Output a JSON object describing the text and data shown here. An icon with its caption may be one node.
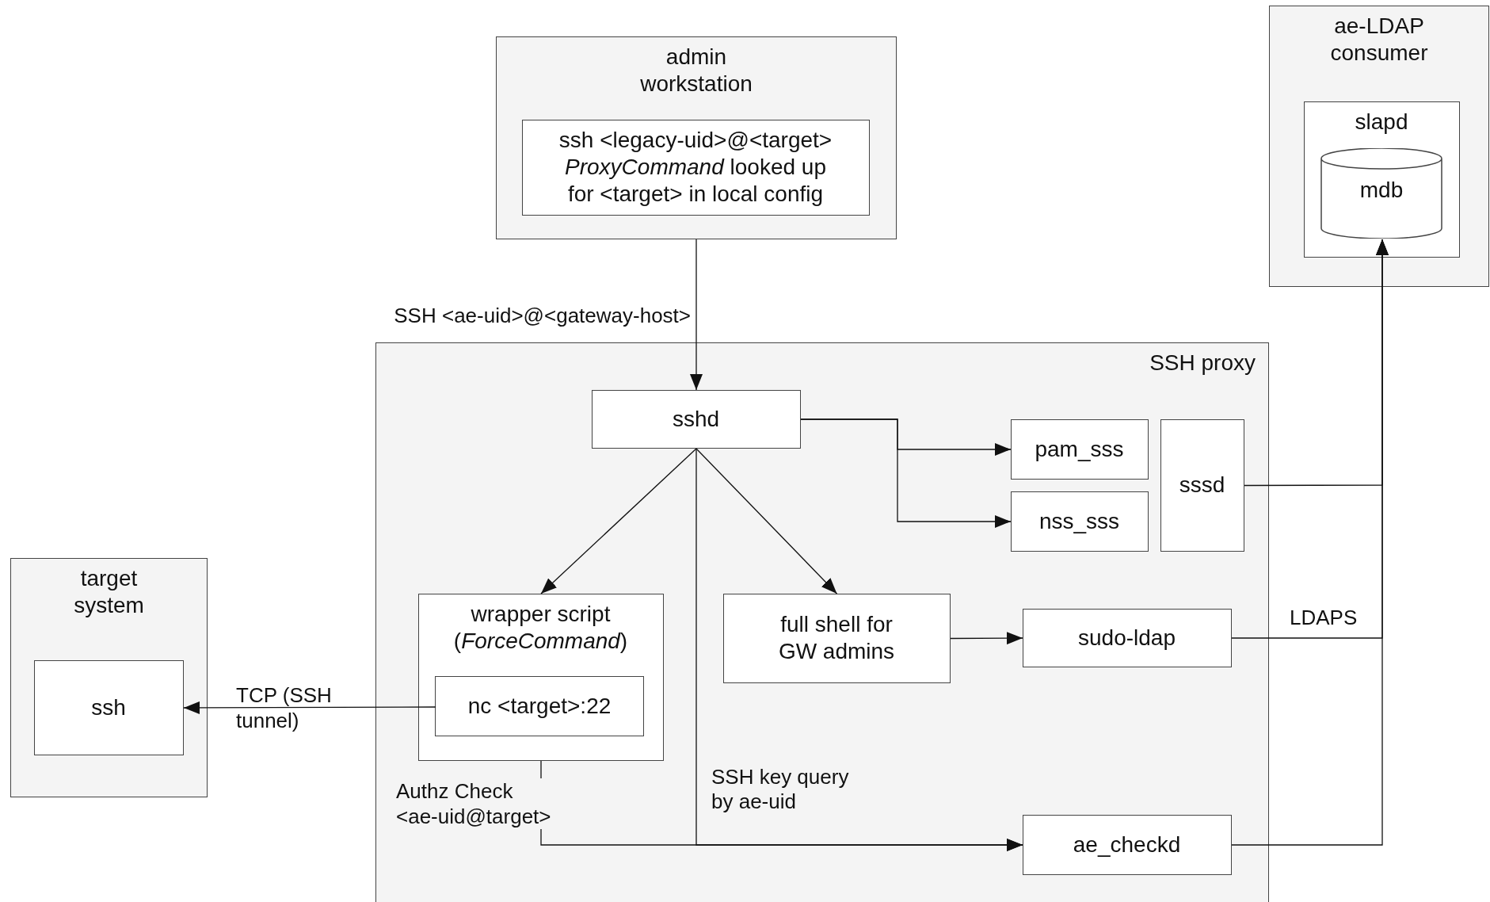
{
  "diagram": {
    "nodes": [
      {
        "text": [
          "admin workstation"
        ]
      },
      {
        "text": [
          "ssh <legacy-uid>@<target> *ProxyCommand* looked up for <target> in local config"
        ],
        "in": 0
      },
      {
        "text": [
          "ae-LDAP consumer"
        ]
      },
      {
        "text": [
          "slapd"
        ],
        "in": 2
      },
      {
        "text": [
          "mdb"
        ],
        "in": 3
      },
      {
        "text": [
          "SSH proxy"
        ]
      },
      {
        "text": [
          "sshd"
        ],
        "in": 5
      },
      {
        "text": [
          "pam_sss"
        ],
        "in": 5
      },
      {
        "text": [
          "nss_sss"
        ],
        "in": 5
      },
      {
        "text": [
          "sssd"
        ],
        "in": 5
      },
      {
        "text": [
          "wrapper script (*ForceCommand*)"
        ],
        "in": 5
      },
      {
        "text": [
          "nc <target>:22"
        ],
        "in": 10
      },
      {
        "text": [
          "full shell for GW admins"
        ],
        "in": 5
      },
      {
        "text": [
          "sudo-ldap"
        ],
        "in": 5
      },
      {
        "text": [
          "ae_checkd"
        ],
        "in": 5
      },
      {
        "text": [
          "target system"
        ]
      },
      {
        "text": [
          "ssh"
        ],
        "in": 15
      }
    ],
    "edges": [
      {
        "from": 0,
        "to": 6,
        "arrow": "to",
        "label": "SSH <ae-uid>@<gateway-host>"
      },
      {
        "from": 6,
        "to": 7,
        "arrow": "to"
      },
      {
        "from": 6,
        "to": 8,
        "arrow": "to"
      },
      {
        "from": 6,
        "to": 10,
        "arrow": "to"
      },
      {
        "from": 6,
        "to": 12,
        "arrow": "to"
      },
      {
        "from": 6,
        "to": 14,
        "arrow": "to",
        "label": "SSH key query by ae-uid"
      },
      {
        "from": 10,
        "to": 14,
        "arrow": "to",
        "label": "Authz Check <ae-uid@target>"
      },
      {
        "from": 12,
        "to": 13,
        "arrow": "to"
      },
      {
        "from": 11,
        "to": 16,
        "arrow": "to",
        "label": "TCP (SSH tunnel)"
      },
      {
        "from": 9,
        "to": 4,
        "arrow": "to"
      },
      {
        "from": 13,
        "to": 4,
        "arrow": "to",
        "label": "LDAPS"
      },
      {
        "from": 14,
        "to": 4,
        "arrow": "to"
      }
    ]
  }
}
